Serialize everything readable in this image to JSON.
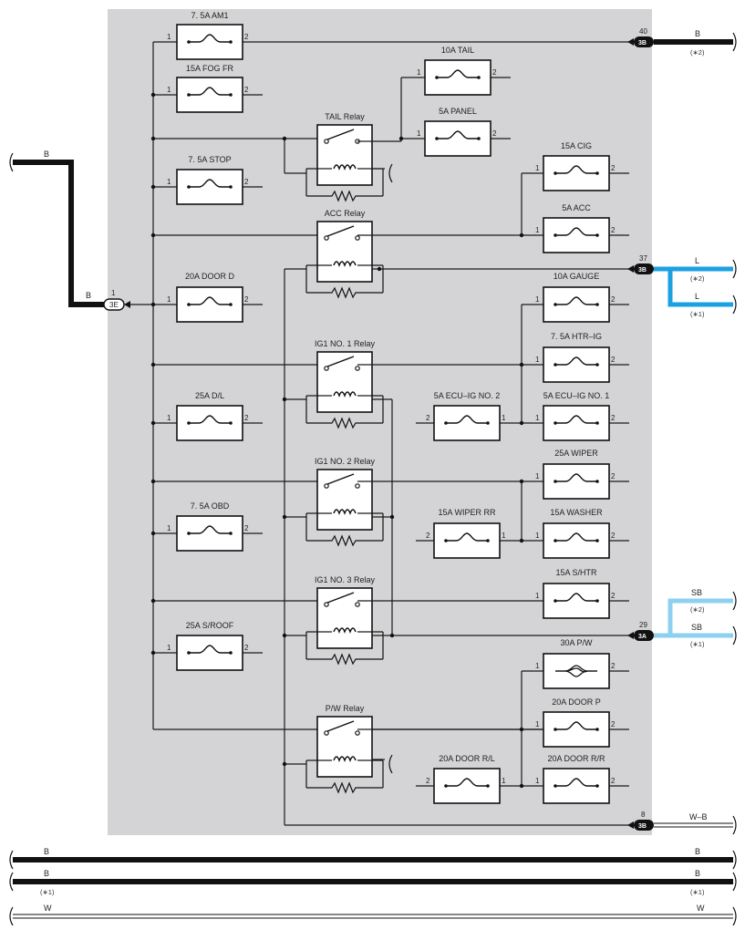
{
  "fuses": {
    "am1": {
      "name": "7. 5A AM1",
      "pin_in": "1",
      "pin_out": "2"
    },
    "fog_fr": {
      "name": "15A FOG FR",
      "pin_in": "1",
      "pin_out": "2"
    },
    "stop": {
      "name": "7. 5A STOP",
      "pin_in": "1",
      "pin_out": "2"
    },
    "door_d": {
      "name": "20A DOOR D",
      "pin_in": "1",
      "pin_out": "2"
    },
    "d_l": {
      "name": "25A D/L",
      "pin_in": "1",
      "pin_out": "2"
    },
    "obd": {
      "name": "7. 5A OBD",
      "pin_in": "1",
      "pin_out": "2"
    },
    "s_roof": {
      "name": "25A S/ROOF",
      "pin_in": "1",
      "pin_out": "2"
    },
    "tail": {
      "name": "10A TAIL",
      "pin_in": "1",
      "pin_out": "2"
    },
    "panel": {
      "name": "5A PANEL",
      "pin_in": "1",
      "pin_out": "2"
    },
    "cig": {
      "name": "15A CIG",
      "pin_in": "1",
      "pin_out": "2"
    },
    "acc": {
      "name": "5A ACC",
      "pin_in": "1",
      "pin_out": "2"
    },
    "gauge": {
      "name": "10A GAUGE",
      "pin_in": "1",
      "pin_out": "2"
    },
    "htr_ig": {
      "name": "7. 5A HTR–IG",
      "pin_in": "1",
      "pin_out": "2"
    },
    "ecu_ig2": {
      "name": "5A ECU–IG NO. 2",
      "pin_in": "2",
      "pin_out": "1"
    },
    "ecu_ig1": {
      "name": "5A ECU–IG NO. 1",
      "pin_in": "1",
      "pin_out": "2"
    },
    "wiper": {
      "name": "25A WIPER",
      "pin_in": "1",
      "pin_out": "2"
    },
    "wiper_rr": {
      "name": "15A WIPER RR",
      "pin_in": "2",
      "pin_out": "1"
    },
    "washer": {
      "name": "15A WASHER",
      "pin_in": "1",
      "pin_out": "2"
    },
    "s_htr": {
      "name": "15A S/HTR",
      "pin_in": "1",
      "pin_out": "2"
    },
    "p_w": {
      "name": "30A P/W",
      "pin_in": "1",
      "pin_out": "2"
    },
    "door_p": {
      "name": "20A DOOR P",
      "pin_in": "1",
      "pin_out": "2"
    },
    "door_rl": {
      "name": "20A DOOR R/L",
      "pin_in": "2",
      "pin_out": "1"
    },
    "door_rr": {
      "name": "20A DOOR R/R",
      "pin_in": "1",
      "pin_out": "2"
    }
  },
  "relays": {
    "tail": "TAIL Relay",
    "acc": "ACC Relay",
    "ig1_no1": "IG1 NO. 1 Relay",
    "ig1_no2": "IG1 NO. 2 Relay",
    "ig1_no3": "IG1 NO. 3 Relay",
    "p_w": "P/W Relay"
  },
  "connectors": {
    "c3e": {
      "code": "3E",
      "pin": "1"
    },
    "c3b_40": {
      "code": "3B",
      "pin": "40"
    },
    "c3b_37": {
      "code": "3B",
      "pin": "37"
    },
    "c3a_29": {
      "code": "3A",
      "pin": "29"
    },
    "c3b_8": {
      "code": "3B",
      "pin": "8"
    }
  },
  "wires": {
    "input_top": {
      "color": "B"
    },
    "input_left": {
      "color": "B"
    },
    "out_40": {
      "color": "B",
      "note": "(∗2)"
    },
    "out_37_a": {
      "color": "L",
      "note": "(∗2)"
    },
    "out_37_b": {
      "color": "L",
      "note": "(∗1)"
    },
    "out_29_a": {
      "color": "SB",
      "note": "(∗2)"
    },
    "out_29_b": {
      "color": "SB",
      "note": "(∗1)"
    },
    "out_8": {
      "color": "W–B"
    },
    "bus1": {
      "left": "B",
      "right": "B"
    },
    "bus2": {
      "left": "B",
      "right": "B",
      "left_note": "(∗1)",
      "right_note": "(∗1)"
    },
    "bus3": {
      "left": "W",
      "right": "W"
    }
  },
  "colors": {
    "panel": "#d4d4d6",
    "wire_black": "#111111",
    "wire_L": "#1ba0e2",
    "wire_SB": "#8ed0ef",
    "connector": "#111111"
  }
}
